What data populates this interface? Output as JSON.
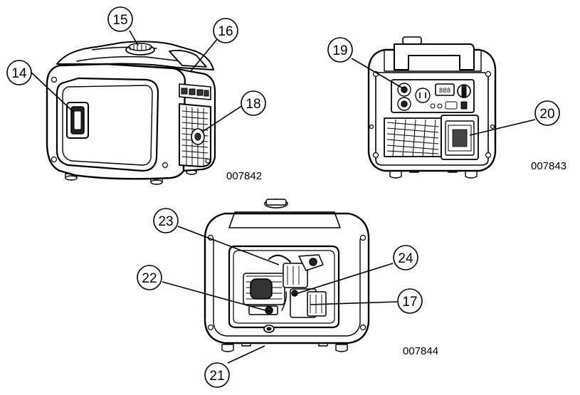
{
  "figures": [
    {
      "code": "007842",
      "callouts": [
        "14",
        "15",
        "16",
        "18"
      ]
    },
    {
      "code": "007843",
      "callouts": [
        "19",
        "20"
      ]
    },
    {
      "code": "007844",
      "callouts": [
        "21",
        "22",
        "23",
        "24",
        "17"
      ]
    }
  ],
  "panel_display": "888"
}
